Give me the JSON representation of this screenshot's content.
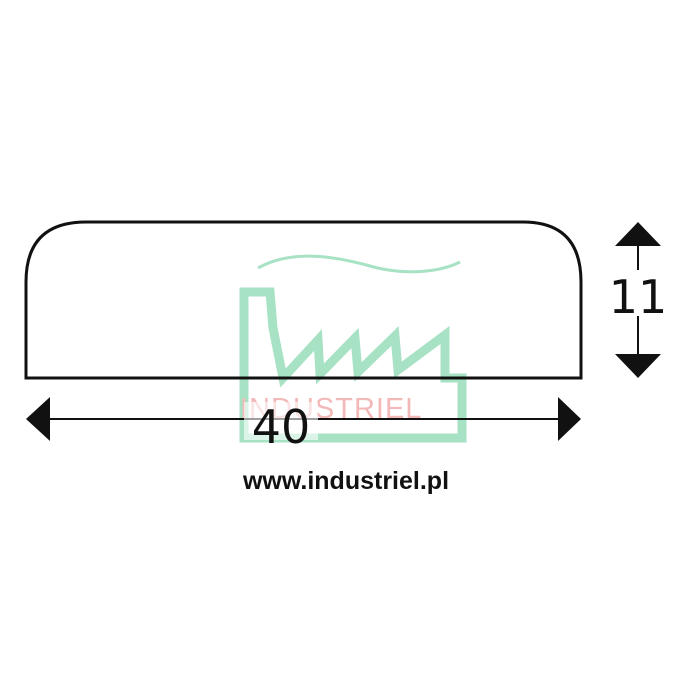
{
  "dimensions": {
    "width_label": "40",
    "height_label": "11"
  },
  "website": "www.industriel.pl",
  "watermark": {
    "text": "INDUSTRIEL",
    "factory_color": "#a8e2c4",
    "text_color": "#f3b8b8"
  },
  "colors": {
    "outline": "#111111"
  }
}
